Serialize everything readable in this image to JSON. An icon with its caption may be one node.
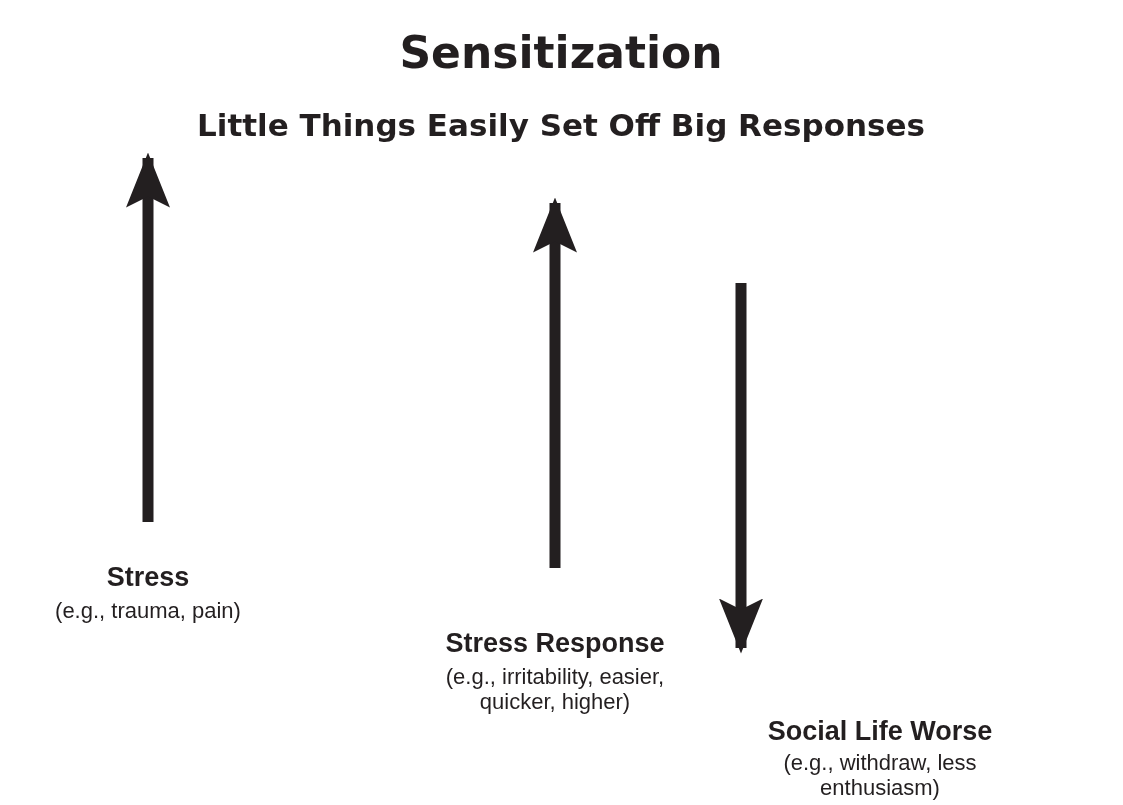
{
  "diagram": {
    "title": "Sensitization",
    "labels": [
      "Little Things Easily Set Off Big Responses",
      "Stress",
      "(e.g., trauma, pain)",
      "Stress Response",
      "(e.g., irritability, easier, quicker, higher)",
      "Social Life Worse",
      "(e.g., withdraw, less enthusiasm)"
    ]
  }
}
